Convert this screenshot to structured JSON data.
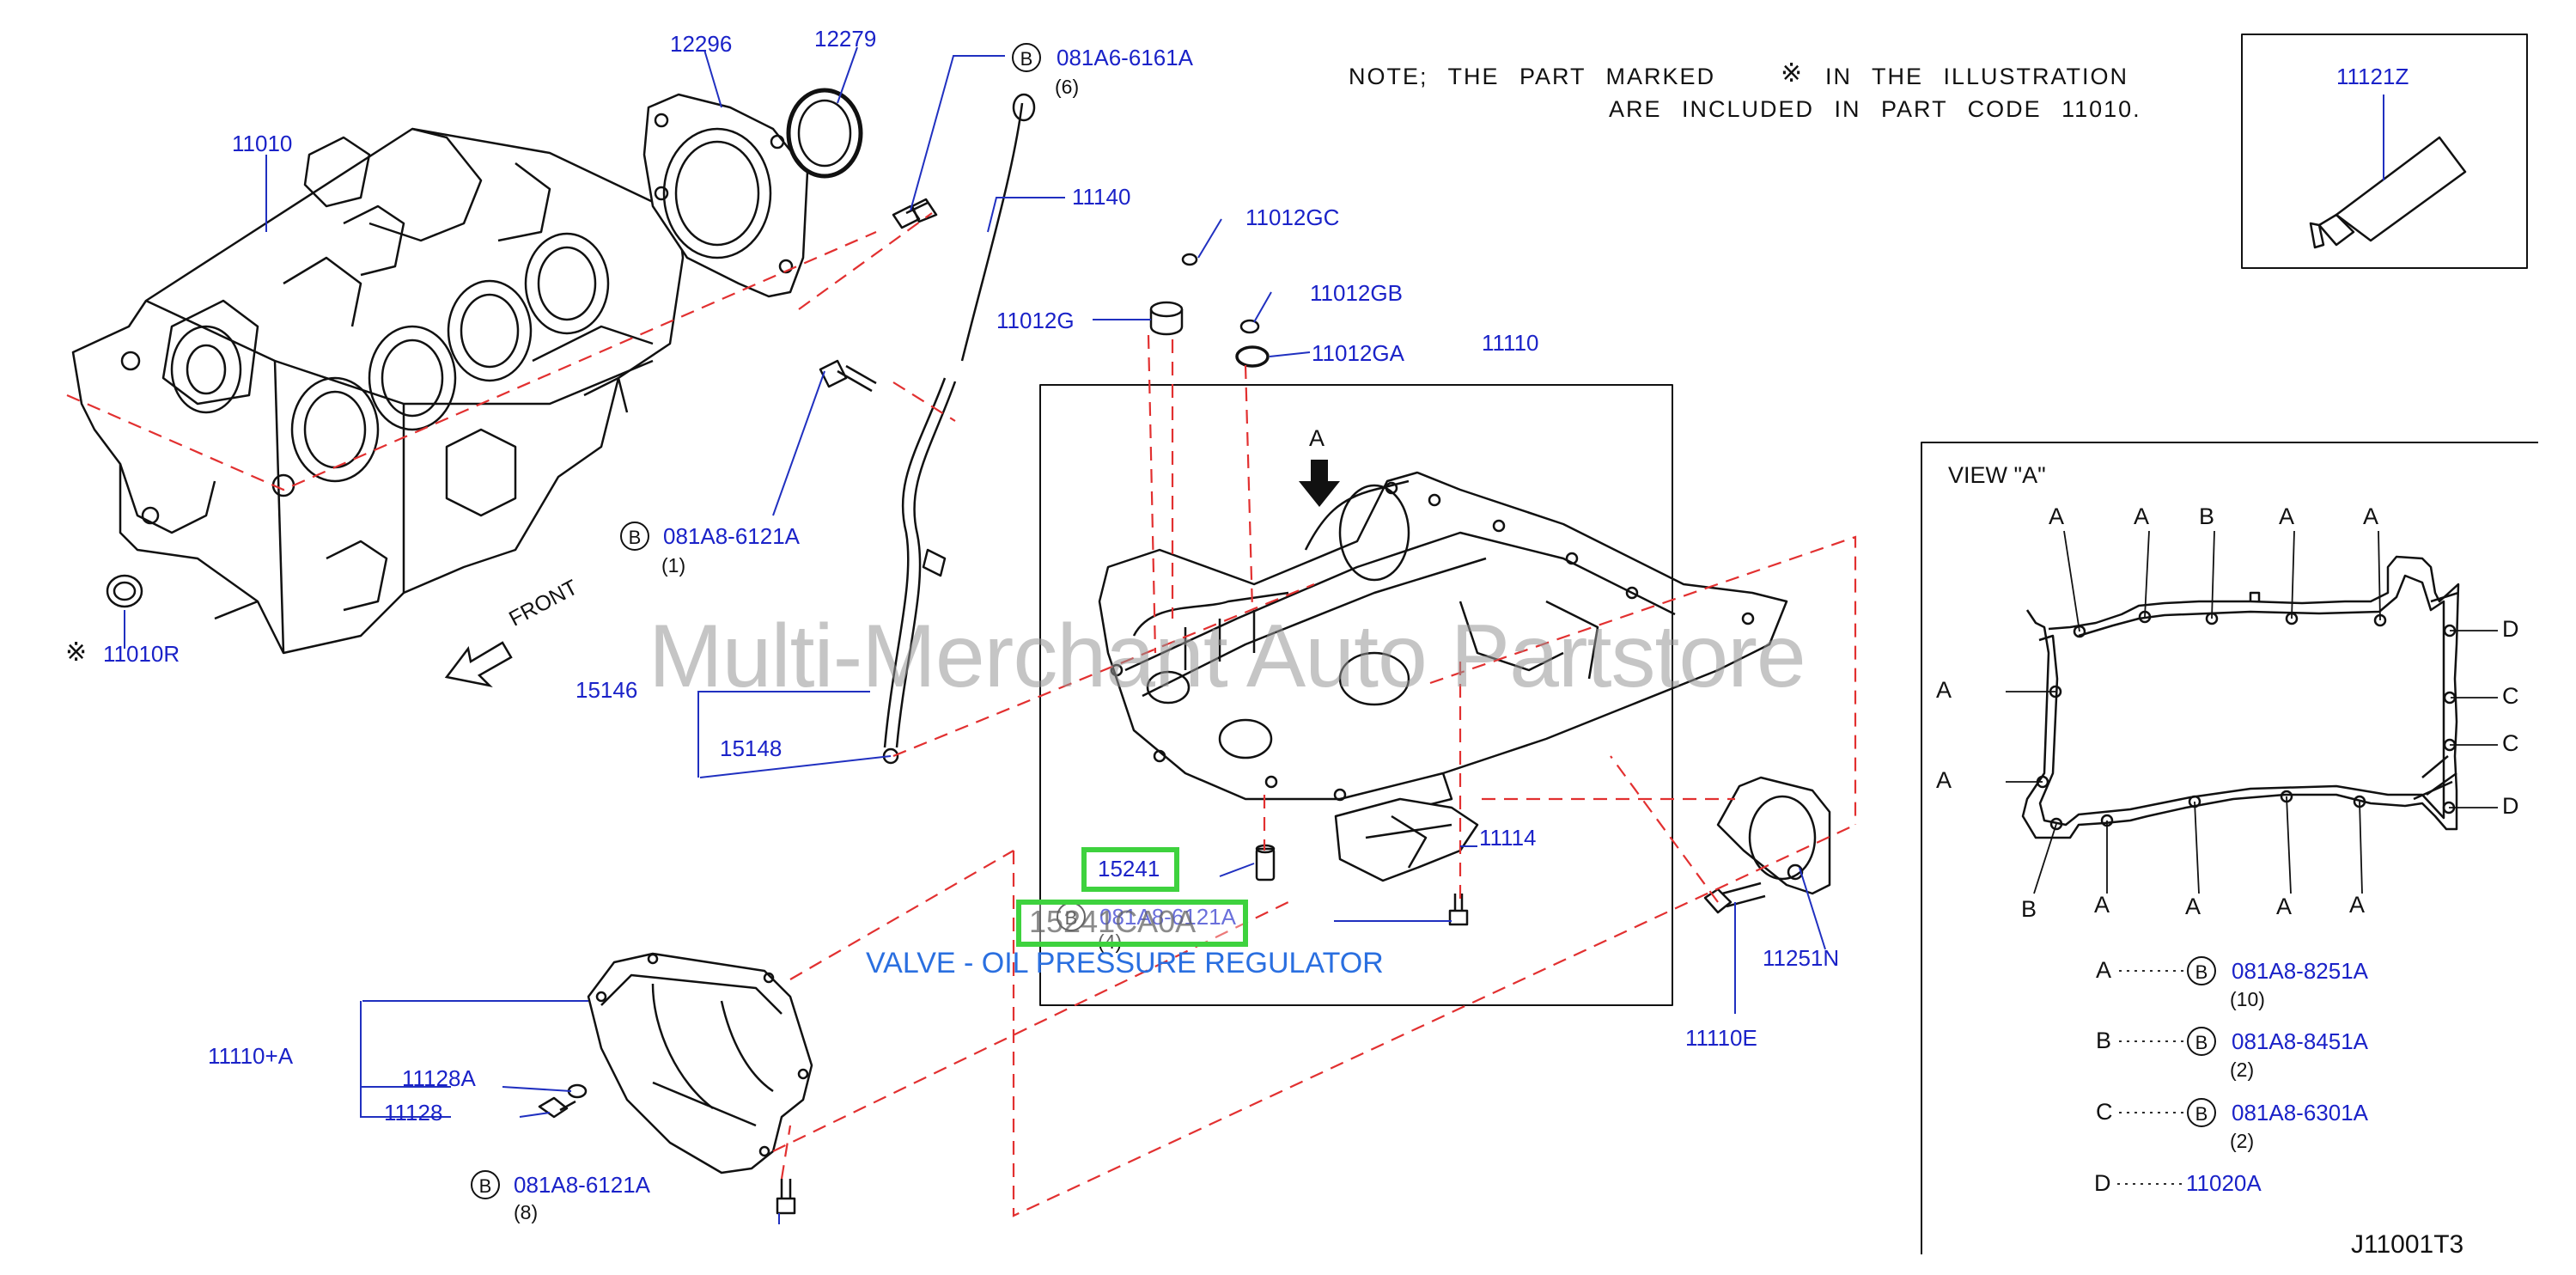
{
  "diagram_code": "J11001T3",
  "watermark": "Multi-Merchant Auto Partstore",
  "note_line1": "NOTE; THE PART MARKED",
  "note_line1b": "IN THE ILLUSTRATION",
  "note_line2": "ARE INCLUDED IN PART CODE 11010.",
  "mark_symbol": "※",
  "bolt_letter": "B",
  "front_label": "FRONT",
  "view_label": "VIEW \"A\"",
  "arrow_a_label": "A",
  "highlight_part": "15241CA0A",
  "highlight_desc": "VALVE - OIL PRESSURE REGULATOR",
  "parts": {
    "p11010": "11010",
    "p12296": "12296",
    "p12279": "12279",
    "p081A6_6161A": "081A6-6161A",
    "q6": "(6)",
    "p11140": "11140",
    "p11012GC": "11012GC",
    "p11012G": "11012G",
    "p11012GB": "11012GB",
    "p11012GA": "11012GA",
    "p11110": "11110",
    "p081A8_6121A_1": "081A8-6121A",
    "q1": "(1)",
    "p11010R": "11010R",
    "p15146": "15146",
    "p15148": "15148",
    "p15241": "15241",
    "p081A8_6121A_4": "081A8-6121A",
    "q4": "(4)",
    "p11114": "11114",
    "p11251N": "11251N",
    "p11110E": "11110E",
    "p11110A": "11110+A",
    "p11128A": "11128A",
    "p11128": "11128",
    "p081A8_6121A_8": "081A8-6121A",
    "q8": "(8)",
    "p11121Z": "11121Z"
  },
  "view_a": {
    "top_letters": [
      "A",
      "A",
      "B",
      "A",
      "A"
    ],
    "left_letters": [
      "A",
      "A"
    ],
    "right_letters": [
      "D",
      "C",
      "C",
      "D"
    ],
    "bottom_letters": [
      "B",
      "A",
      "A",
      "A",
      "A"
    ]
  },
  "legend": [
    {
      "key": "A",
      "bolt": "B",
      "part": "081A8-8251A",
      "qty": "(10)"
    },
    {
      "key": "B",
      "bolt": "B",
      "part": "081A8-8451A",
      "qty": "(2)"
    },
    {
      "key": "C",
      "bolt": "B",
      "part": "081A8-6301A",
      "qty": "(2)"
    },
    {
      "key": "D",
      "bolt": "",
      "part": "11020A",
      "qty": ""
    }
  ],
  "colors": {
    "part_label": "#1a22c8",
    "line": "#111111",
    "dashed": "#e23030",
    "leader_blue": "#2030c0",
    "highlight": "#3ed23e",
    "desc": "#2a6fe0"
  }
}
